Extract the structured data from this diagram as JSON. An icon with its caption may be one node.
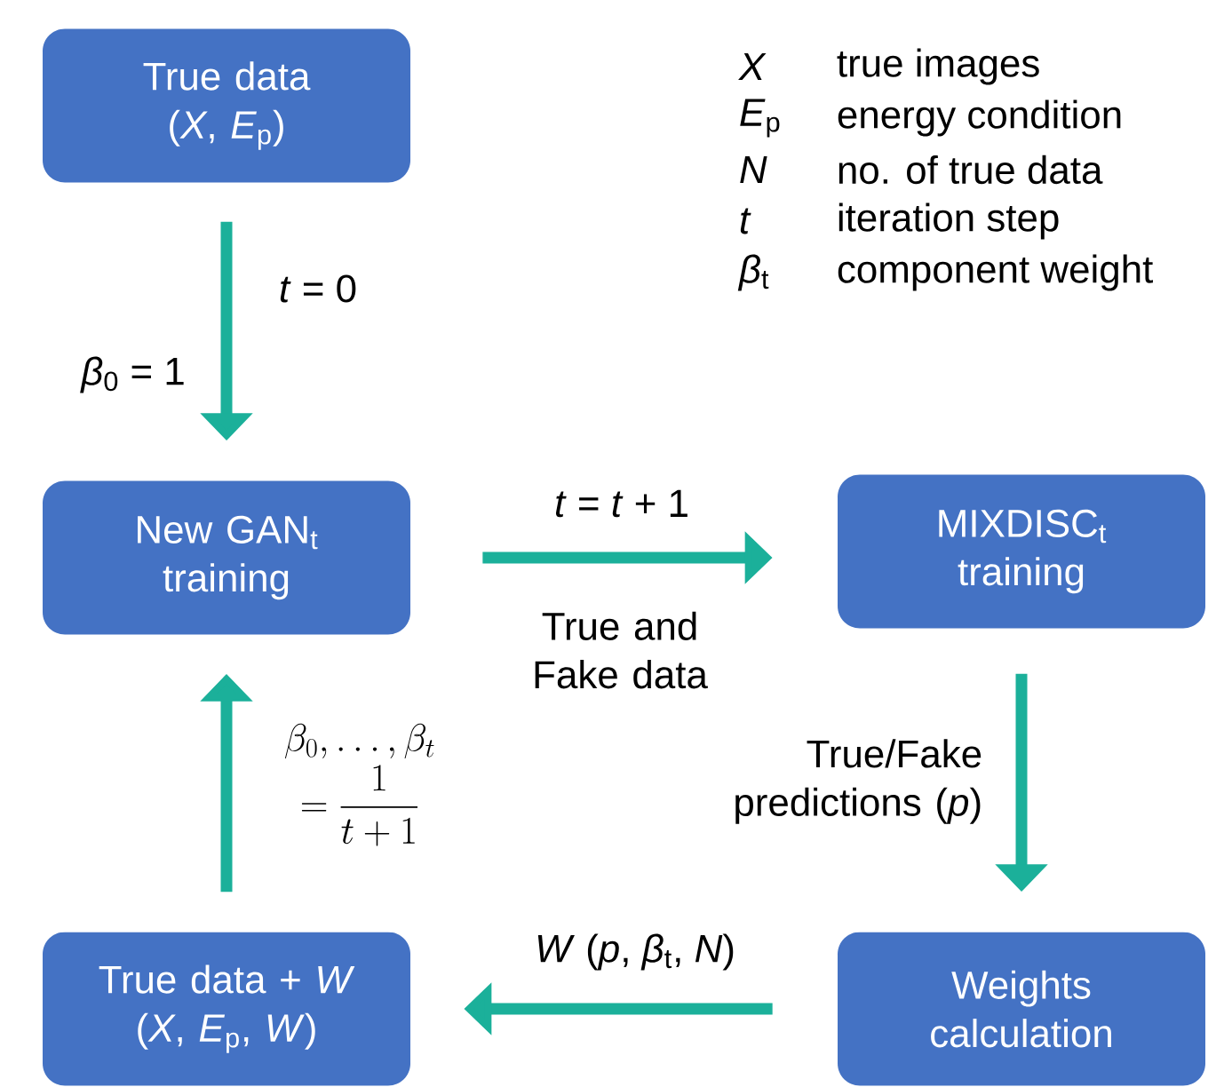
{
  "diagram": {
    "nodes": [
      {
        "text": [
          "True data",
          "(*X*, *E*$_{p}$)"
        ]
      },
      {
        "text": [
          "New GAN$_{t}$ training"
        ]
      },
      {
        "text": [
          "MIXDISC$_{t}$ training"
        ]
      },
      {
        "text": [
          "Weights calculation"
        ]
      },
      {
        "text": [
          "True data + *W*",
          "(*X*, *E*$_{p}$, *W*)"
        ]
      }
    ],
    "edges": [
      {
        "from": 0,
        "to": 1,
        "arrow": "to",
        "label": "*t* = 0"
      },
      {
        "from": 1,
        "to": 2,
        "arrow": "to",
        "label": "*t* = *t* + 1"
      },
      {
        "from": 2,
        "to": 3,
        "arrow": "to",
        "label": "True/Fake predictions (*p*)"
      },
      {
        "from": 3,
        "to": 4,
        "arrow": "to",
        "label": "*W* (*p*, *β*$_{t}$, *N*)"
      },
      {
        "from": 4,
        "to": 1,
        "arrow": "to",
        "label": "\\begin{array}{c}\\beta_0,\\ldots,\\beta_t\\\\ =\\dfrac{1}{t+1}\\end{array}"
      }
    ],
    "labels": [
      "*β*$_{0}$ = 1",
      "True and Fake data",
      "*X*",
      "true images",
      "*E*$_{p}$",
      "energy condition",
      "*N*",
      "no. of true data",
      "*t*",
      "iteration step",
      "*β*$_{t}$",
      "component weight"
    ]
  }
}
